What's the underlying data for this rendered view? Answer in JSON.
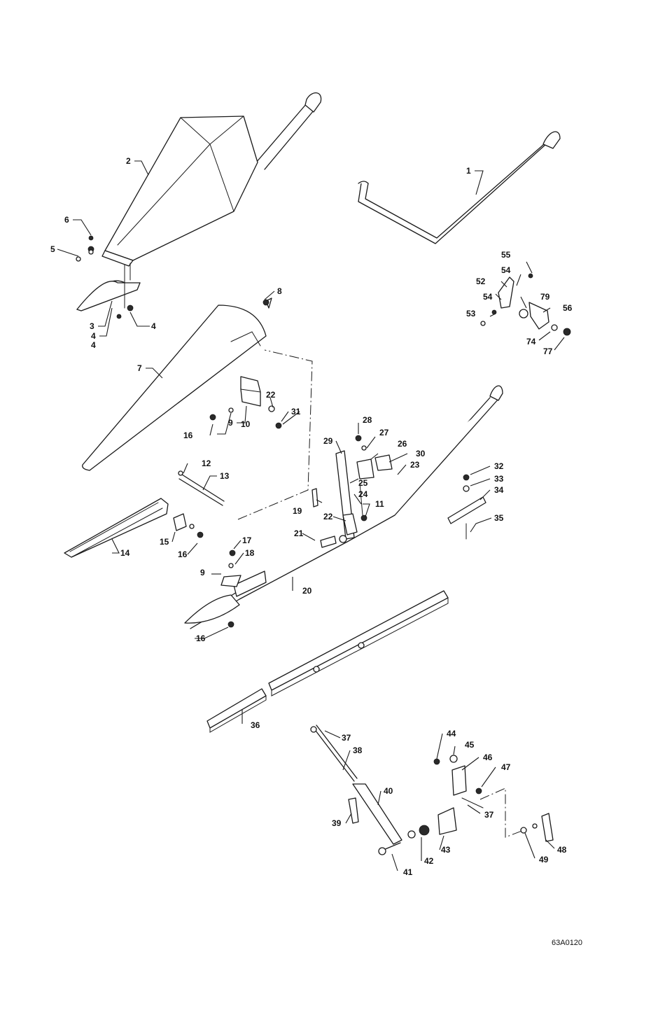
{
  "figure_code": "63A0120",
  "callouts": [
    "1",
    "2",
    "3",
    "4",
    "5",
    "6",
    "7",
    "8",
    "9",
    "10",
    "11",
    "12",
    "13",
    "14",
    "15",
    "16",
    "17",
    "18",
    "19",
    "20",
    "21",
    "22",
    "23",
    "24",
    "25",
    "26",
    "27",
    "28",
    "29",
    "30",
    "31",
    "32",
    "33",
    "34",
    "35",
    "36",
    "37",
    "38",
    "39",
    "40",
    "41",
    "42",
    "43",
    "44",
    "45",
    "46",
    "47",
    "48",
    "49",
    "52",
    "53",
    "54",
    "55",
    "56",
    "74",
    "77",
    "79"
  ]
}
